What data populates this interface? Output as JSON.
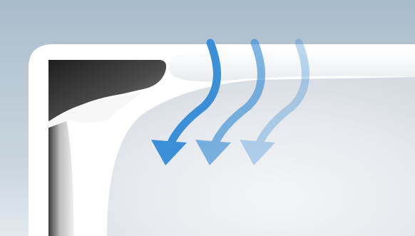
{
  "scene": {
    "subject": "toilet-rim-cross-section",
    "colors": {
      "background_top": "#aebfcc",
      "background_bottom": "#dde6ec",
      "ceramic": "#ffffff",
      "cavity_dark": "#2d2d2d",
      "bowl_shade": "#e3e6ea",
      "arrow_blue": "#3b8fd6"
    }
  },
  "flow_arrows": [
    {
      "id": "arrow-1",
      "opacity": 1.0
    },
    {
      "id": "arrow-2",
      "opacity": 0.65
    },
    {
      "id": "arrow-3",
      "opacity": 0.35
    }
  ]
}
